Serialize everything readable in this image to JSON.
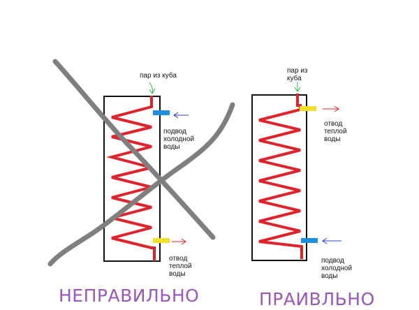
{
  "wrong": {
    "steam_label": "пар из куба",
    "inlet_label": [
      "подвод",
      "холодной",
      "воды"
    ],
    "outlet_label": [
      "отвод",
      "теплой",
      "воды"
    ],
    "verdict": "НЕПРАВИЛЬНО"
  },
  "right": {
    "steam_label": [
      "пар из",
      "куба"
    ],
    "outlet_label": [
      "отвод",
      "теплой",
      "воды"
    ],
    "inlet_label": [
      "подвод",
      "холодной",
      "воды"
    ],
    "verdict": "ПРАИВЛЬНО"
  },
  "colors": {
    "coil": "#e0222b",
    "cold_pipe": "#1e8ee0",
    "warm_pipe": "#f2e02a",
    "steam_arrow": "#2fb84a",
    "cold_arrow": "#2a3fd4",
    "warm_arrow": "#e0222b",
    "cross": "#7f7f7f",
    "verdict_text": "#9a57b8"
  }
}
